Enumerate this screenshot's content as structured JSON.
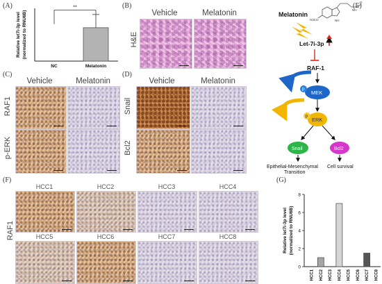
{
  "panels": {
    "A": "(A)",
    "B": "(B)",
    "C": "(C)",
    "D": "(D)",
    "E": "(E)",
    "F": "(F)",
    "G": "(G)"
  },
  "panel_b": {
    "vehicle": "Vehicle",
    "melatonin": "Melatonin",
    "row_label": "H&E"
  },
  "panel_c": {
    "vehicle": "Vehicle",
    "melatonin": "Melatonin",
    "row1": "RAF1",
    "row2": "p-ERK"
  },
  "panel_d": {
    "vehicle": "Vehicle",
    "melatonin": "Melatonin",
    "row1": "Snail",
    "row2": "Bcl2"
  },
  "panel_e": {
    "melatonin": "Melatonin",
    "let7i": "Let-7i-3p",
    "raf1": "RAF-1",
    "mek": "MEK",
    "erk": "ERK",
    "p1": "P",
    "p2": "P",
    "snail": "Snail",
    "bcl2": "Bcl2",
    "emt_line1": "Epithelial-Mesenchymal",
    "emt_line2": "Transition",
    "survival": "Cell survival",
    "struct_label_1": "NH",
    "struct_label_2": "H3CO",
    "struct_label_3": "NH",
    "struct_label_4": "O",
    "colors": {
      "mek": "#1e66c8",
      "erk": "#1e66c8",
      "p": "#f2b600",
      "snail": "#2db54a",
      "bcl2": "#d437c9",
      "arrow_up": "#e1261c",
      "inhibit": "#e1261c"
    }
  },
  "panel_f": {
    "row_label": "RAF1",
    "samples": [
      "HCC1",
      "HCC2",
      "HCC3",
      "HCC4",
      "HCC5",
      "HCC6",
      "HCC7",
      "HCC8"
    ]
  },
  "chart_data": [
    {
      "type": "bar",
      "panel": "A",
      "categories": [
        "NC",
        "Melatonin"
      ],
      "values": [
        0,
        1.9
      ],
      "error": [
        0,
        0.75
      ],
      "ylabel_line1": "Relative let7i-3p level",
      "ylabel_line2": "(normalized to RNU6B)",
      "ylim": [
        0,
        3
      ],
      "significance": "**",
      "colors": [
        "#ffffff",
        "#b3b3b3"
      ]
    },
    {
      "type": "bar",
      "panel": "G",
      "categories": [
        "HCC1",
        "HCC2",
        "HCC3",
        "HCC4",
        "HCC5",
        "HCC6",
        "HCC7",
        "HCC8"
      ],
      "values": [
        0,
        1,
        0,
        7,
        0,
        0,
        1.5,
        0
      ],
      "ylabel_line1": "Relative let7i-3p  level",
      "ylabel_line2": "(normalized to RNU6B)",
      "ylim": [
        0,
        8
      ],
      "yticks": [
        "0",
        "2",
        "4",
        "6",
        "8"
      ],
      "colors": [
        "#ffffff",
        "#a6a6a6",
        "#ffffff",
        "#d6d6d6",
        "#ffffff",
        "#ffffff",
        "#555555",
        "#ffffff"
      ]
    }
  ]
}
